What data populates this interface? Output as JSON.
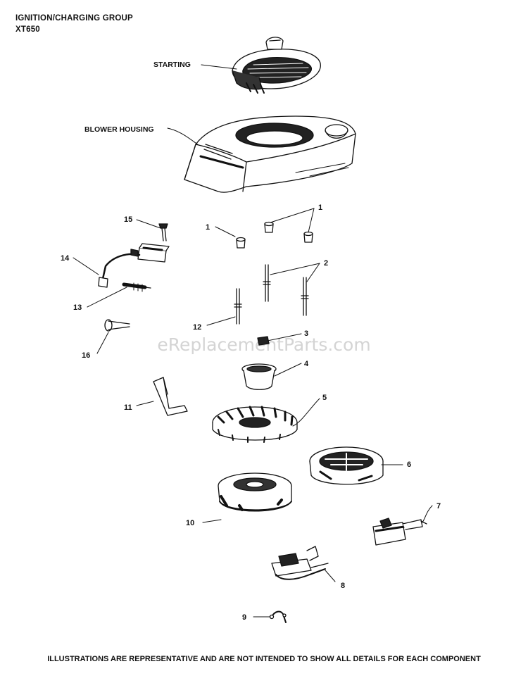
{
  "header": {
    "title": "IGNITION/CHARGING GROUP",
    "model": "XT650"
  },
  "assembly_labels": {
    "starting": "STARTING",
    "blower_housing": "BLOWER HOUSING"
  },
  "callouts": {
    "c1a": "1",
    "c1b": "1",
    "c2": "2",
    "c3": "3",
    "c4": "4",
    "c5": "5",
    "c6": "6",
    "c7": "7",
    "c8": "8",
    "c9": "9",
    "c10": "10",
    "c11": "11",
    "c12": "12",
    "c13": "13",
    "c14": "14",
    "c15": "15",
    "c16": "16"
  },
  "watermark": "eReplacementParts.com",
  "footer": "ILLUSTRATIONS ARE REPRESENTATIVE AND ARE NOT INTENDED TO SHOW ALL DETAILS FOR EACH COMPONENT"
}
